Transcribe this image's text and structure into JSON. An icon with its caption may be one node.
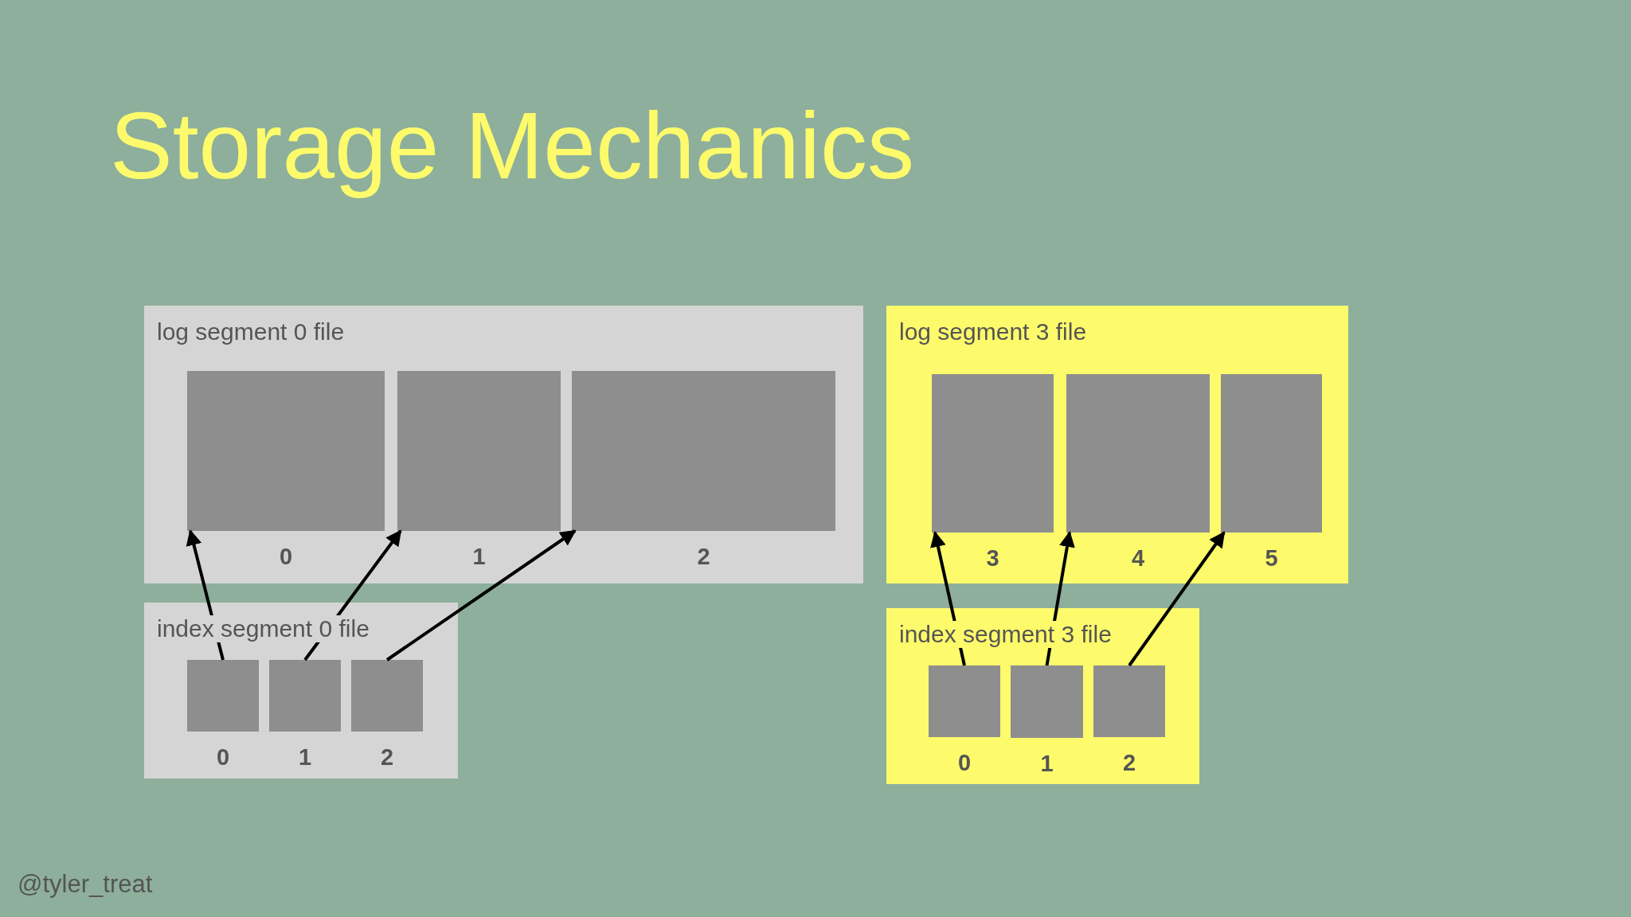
{
  "diagram": {
    "title": "Storage Mechanics",
    "nodes": [
      {
        "text": [
          "log segment 0 file"
        ]
      },
      {
        "text": [],
        "shape": "box",
        "in": 0,
        "beside": [
          "0"
        ]
      },
      {
        "text": [],
        "shape": "box",
        "in": 0,
        "beside": [
          "1"
        ]
      },
      {
        "text": [],
        "shape": "box",
        "in": 0,
        "beside": [
          "2"
        ]
      },
      {
        "text": [
          "index segment 0 file"
        ]
      },
      {
        "text": [],
        "shape": "box",
        "in": 4,
        "beside": [
          "0"
        ]
      },
      {
        "text": [],
        "shape": "box",
        "in": 4,
        "beside": [
          "1"
        ]
      },
      {
        "text": [],
        "shape": "box",
        "in": 4,
        "beside": [
          "2"
        ]
      },
      {
        "text": [
          "log segment 3 file"
        ]
      },
      {
        "text": [],
        "shape": "box",
        "in": 8,
        "beside": [
          "3"
        ]
      },
      {
        "text": [],
        "shape": "box",
        "in": 8,
        "beside": [
          "4"
        ]
      },
      {
        "text": [],
        "shape": "box",
        "in": 8,
        "beside": [
          "5"
        ]
      },
      {
        "text": [
          "index segment 3 file"
        ]
      },
      {
        "text": [],
        "shape": "box",
        "in": 12,
        "beside": [
          "0"
        ]
      },
      {
        "text": [],
        "shape": "box",
        "in": 12,
        "beside": [
          "1"
        ]
      },
      {
        "text": [],
        "shape": "box",
        "in": 12,
        "beside": [
          "2"
        ]
      }
    ],
    "edges": [
      {
        "from": 5,
        "to": 1,
        "arrow": "to"
      },
      {
        "from": 6,
        "to": 2,
        "arrow": "to"
      },
      {
        "from": 7,
        "to": 3,
        "arrow": "to"
      },
      {
        "from": 13,
        "to": 9,
        "arrow": "to"
      },
      {
        "from": 14,
        "to": 10,
        "arrow": "to"
      },
      {
        "from": 15,
        "to": 11,
        "arrow": "to"
      }
    ],
    "labels": [
      "@tyler_treat"
    ]
  }
}
